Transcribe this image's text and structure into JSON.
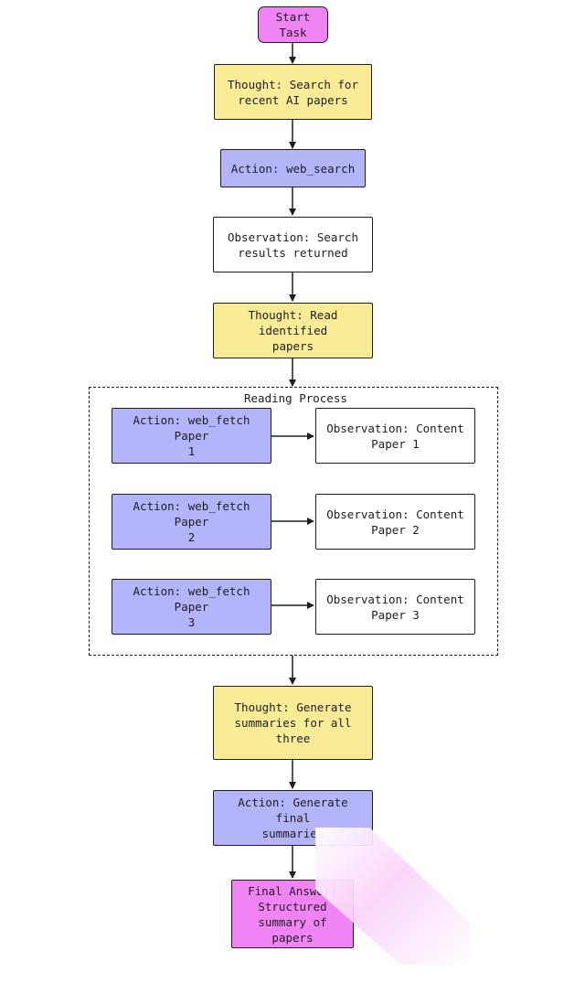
{
  "diagram": {
    "nodes": {
      "start": "Start\nTask",
      "thought_search": "Thought: Search for\nrecent AI papers",
      "action_search": "Action: web_search",
      "obs_search": "Observation: Search\nresults returned",
      "thought_read": "Thought: Read identified\npapers",
      "action_fetch_1": "Action: web_fetch Paper\n1",
      "obs_content_1": "Observation: Content\nPaper 1",
      "action_fetch_2": "Action: web_fetch Paper\n2",
      "obs_content_2": "Observation: Content\nPaper 2",
      "action_fetch_3": "Action: web_fetch Paper\n3",
      "obs_content_3": "Observation: Content\nPaper 3",
      "thought_generate": "Thought: Generate\nsummaries for all three",
      "action_generate": "Action: Generate final\nsummaries",
      "final_answer": "Final Answer:\nStructured\nsummary of\npapers"
    },
    "group_label": "Reading Process",
    "colors": {
      "start_final": "#f084f5",
      "thought": "#faeb96",
      "action": "#b4b4fa",
      "observation": "#ffffff",
      "stroke": "#1e1e1e"
    }
  }
}
